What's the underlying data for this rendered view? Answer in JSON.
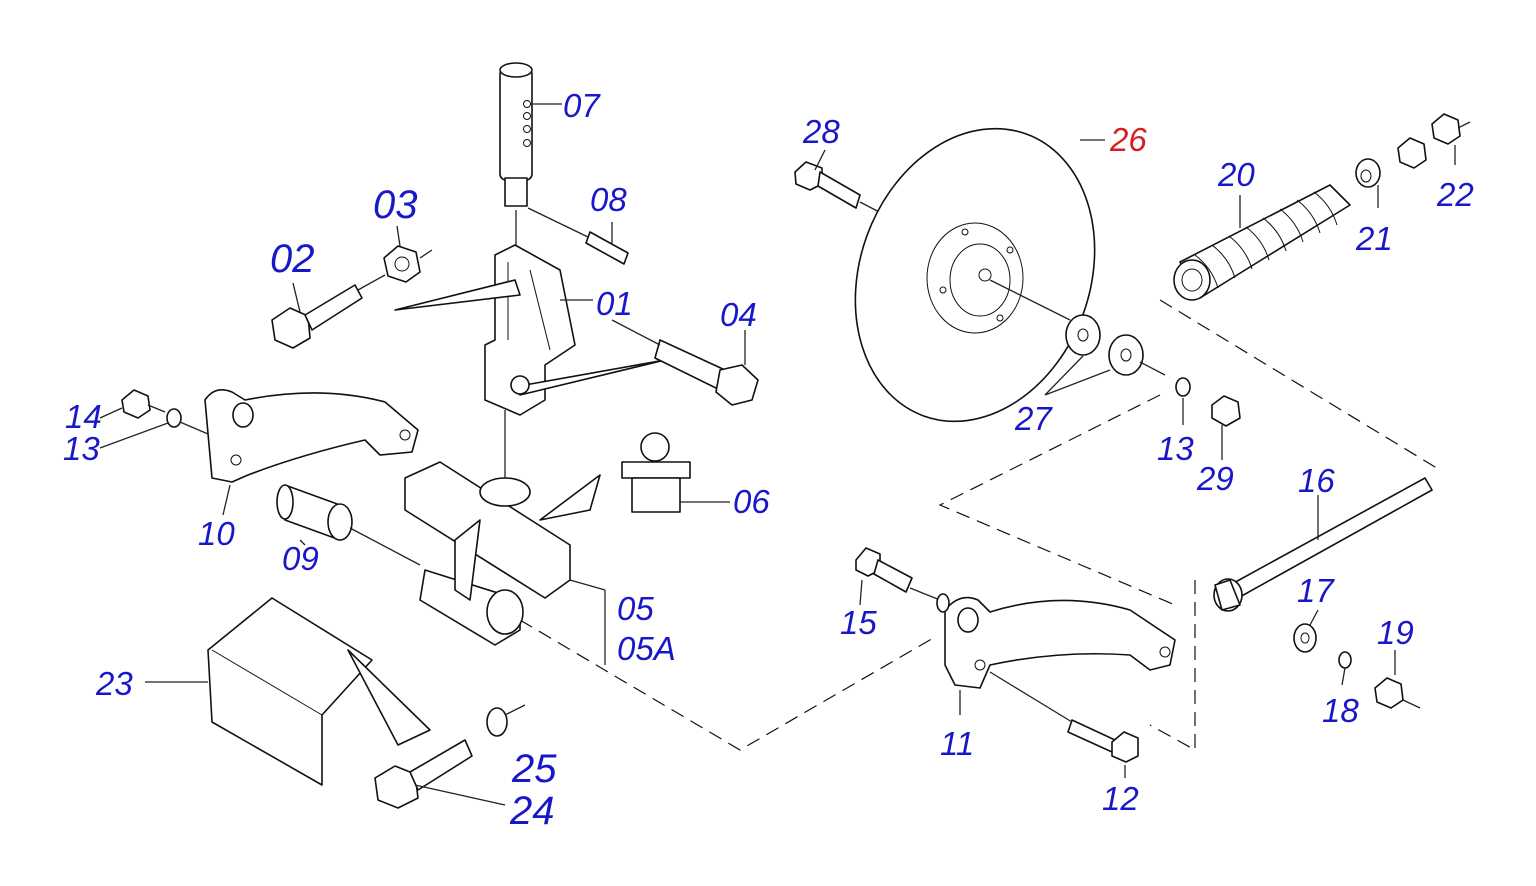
{
  "parts": {
    "p01": "01",
    "p02": "02",
    "p03": "03",
    "p04": "04",
    "p05": "05",
    "p05a": "05A",
    "p06": "06",
    "p07": "07",
    "p08": "08",
    "p09": "09",
    "p10": "10",
    "p11": "11",
    "p12": "12",
    "p13a": "13",
    "p13b": "13",
    "p14": "14",
    "p15": "15",
    "p16": "16",
    "p17": "17",
    "p18": "18",
    "p19": "19",
    "p20": "20",
    "p21": "21",
    "p22": "22",
    "p23": "23",
    "p24": "24",
    "p25": "25",
    "p26": "26",
    "p27": "27",
    "p28": "28",
    "p29": "29"
  },
  "colors": {
    "callout": "#1818c8",
    "highlight": "#d42020",
    "line": "#111111"
  }
}
